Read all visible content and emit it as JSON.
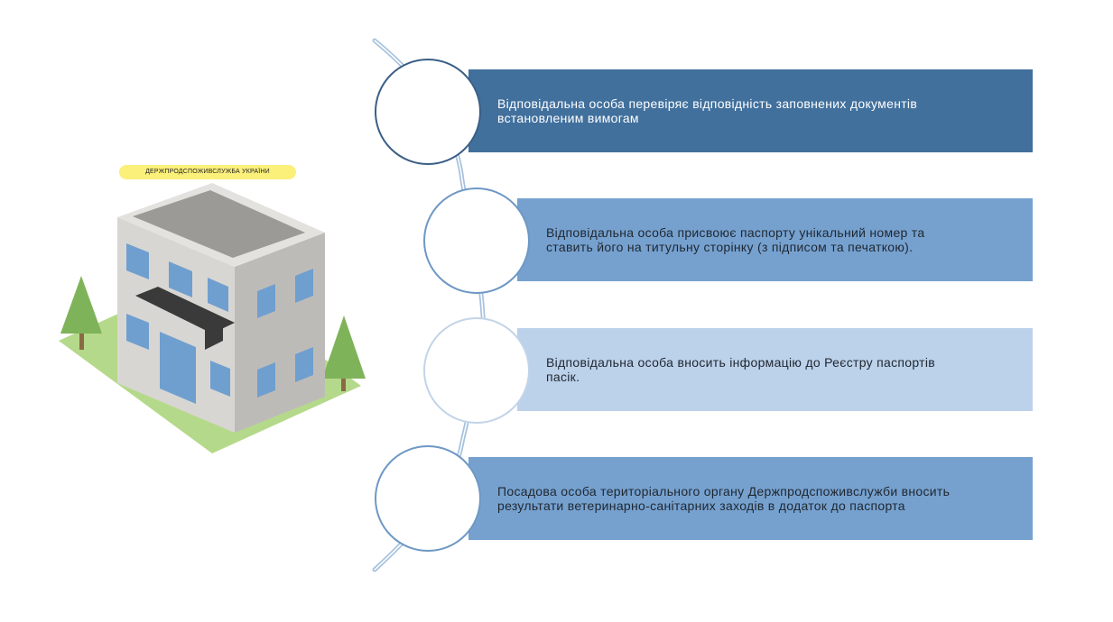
{
  "agency_sign": "ДЕРЖПРОДСПОЖИВСЛУЖБА УКРАЇНИ",
  "steps": [
    {
      "text": "Відповідальна особа перевіряє відповідність заповнених документів\nвстановленим вимогам",
      "bar_color": "#41709d",
      "text_color": "#ffffff",
      "node_border": "#3b5f86"
    },
    {
      "text": "Відповідальна особа присвоює паспорту унікальний номер та\nставить його на титульну сторінку (з підписом та печаткою).",
      "bar_color": "#76a1cf",
      "text_color": "#1f2730",
      "node_border": "#6e98c4"
    },
    {
      "text": "Відповідальна особа вносить інформацію до Реєстру паспортів\nпасік.",
      "bar_color": "#bcd1ea",
      "text_color": "#1f2730",
      "node_border": "#c3d4e8"
    },
    {
      "text": "Посадова особа територіального органу Держпродспоживслужби вносить\nрезультати ветеринарно-санітарних заходів в додаток до паспорта",
      "bar_color": "#76a1cf",
      "text_color": "#1f2730",
      "node_border": "#6e98c4"
    }
  ],
  "colors": {
    "curve": "#a7c2de",
    "grass": "#b5d98a",
    "tree": "#7fb35a",
    "building_front": "#d8d6d3",
    "building_side": "#bdbbb8",
    "roof": "#9c9a97",
    "window": "#6f9fcf",
    "awning": "#3a3a3a"
  }
}
